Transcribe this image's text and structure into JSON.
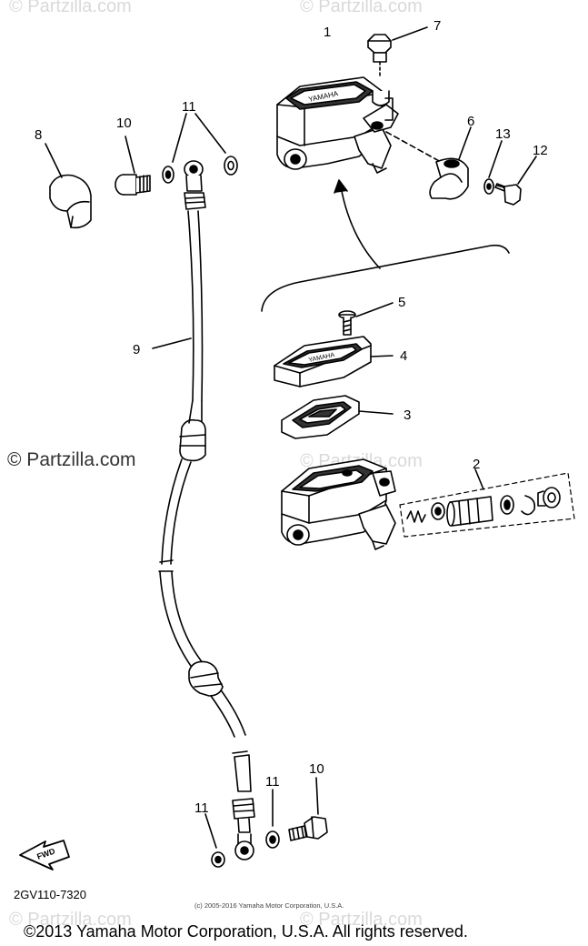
{
  "watermarks": {
    "top_left": "© Partzilla.com",
    "top_right": "© Partzilla.com",
    "mid_left": "© Partzilla.com",
    "mid_right": "© Partzilla.com",
    "bottom_left": "© Partzilla.com",
    "bottom_right": "© Partzilla.com"
  },
  "callouts": [
    "1",
    "2",
    "3",
    "4",
    "5",
    "6",
    "7",
    "8",
    "9",
    "10",
    "11",
    "12",
    "13"
  ],
  "labels": {
    "p1": "1",
    "p2": "2",
    "p3": "3",
    "p4": "4",
    "p5": "5",
    "p6": "6",
    "p7": "7",
    "p8": "8",
    "p9": "9",
    "p10a": "10",
    "p10b": "10",
    "p11a": "11",
    "p11b": "11",
    "p11c": "11",
    "p12": "12",
    "p13": "13",
    "fwd": "FWD"
  },
  "diagram_code": "2GV110-7320",
  "small_copyright": "(c) 2005-2016 Yamaha Motor Corporation, U.S.A.",
  "copyright": "©2013 Yamaha Motor Corporation, U.S.A. All rights reserved."
}
